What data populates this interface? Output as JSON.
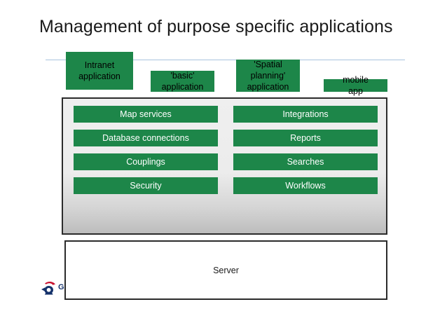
{
  "slide": {
    "title": "Management of purpose specific applications"
  },
  "applications": [
    {
      "id": "intranet",
      "label_lines": [
        "Intranet",
        "application"
      ]
    },
    {
      "id": "basic",
      "label_lines": [
        "'basic'",
        "application"
      ]
    },
    {
      "id": "spatial",
      "label_lines": [
        "'Spatial",
        "planning'",
        "application"
      ]
    },
    {
      "id": "mobile",
      "label_lines": [
        "mobile",
        "app"
      ]
    }
  ],
  "platform": {
    "capabilities": [
      {
        "left": "Map services",
        "right": "Integrations"
      },
      {
        "left": "Database connections",
        "right": "Reports"
      },
      {
        "left": "Couplings",
        "right": "Searches"
      },
      {
        "left": "Security",
        "right": "Workflows"
      }
    ]
  },
  "server": {
    "label": "Server"
  },
  "logo": {
    "wordmark": "G"
  },
  "colors": {
    "green": "#1d8649",
    "panel_border": "#2b2b2b",
    "rule_blue": "#a9c4de",
    "title_text": "#1a1a1a",
    "pill_text": "#ffffff",
    "logo_red": "#c8102e",
    "logo_navy": "#15326b"
  }
}
